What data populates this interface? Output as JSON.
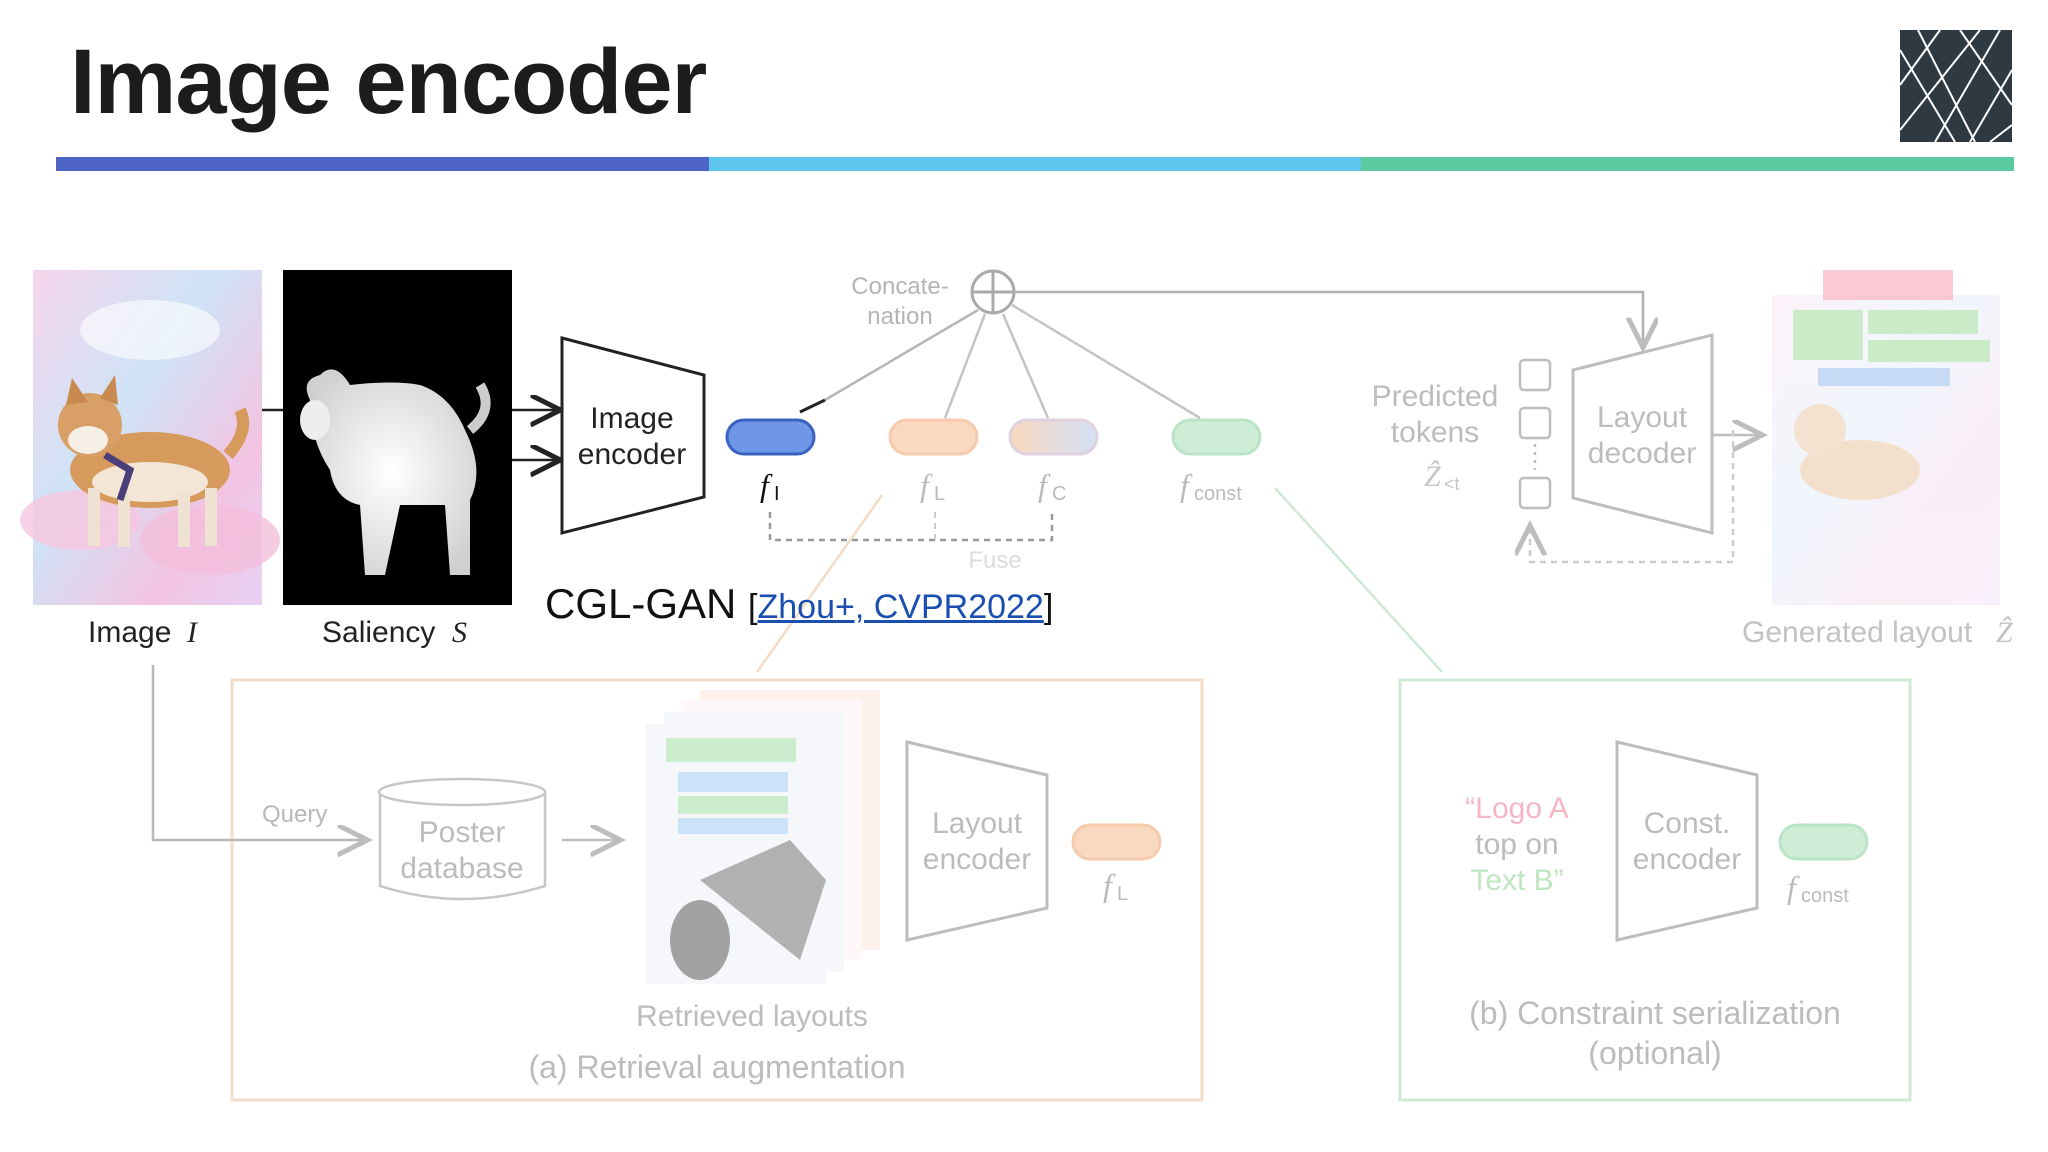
{
  "slide": {
    "title": "Image encoder",
    "rule_colors": [
      "#4e63c6",
      "#5ec6ec",
      "#5ccaa0"
    ]
  },
  "diagram": {
    "image_label": "Image",
    "image_symbol": "I",
    "saliency_label": "Saliency",
    "saliency_symbol": "S",
    "image_encoder": [
      "Image",
      "encoder"
    ],
    "concat": [
      "Concate-",
      "nation"
    ],
    "f_image": "f",
    "f_image_sub": "I",
    "f_layout": "f",
    "f_layout_sub": "L",
    "f_c": "f",
    "f_c_sub": "C",
    "f_const": "f",
    "f_const_sub": "const",
    "fuse": "Fuse",
    "predicted_tokens": [
      "Predicted",
      "tokens"
    ],
    "z_symbol": "Ẑ",
    "z_sub": "<t",
    "layout_decoder": [
      "Layout",
      "decoder"
    ],
    "generated_layout": "Generated layout",
    "generated_symbol": "Ẑ",
    "query": "Query",
    "poster_database": [
      "Poster",
      "database"
    ],
    "layout_encoder": [
      "Layout",
      "encoder"
    ],
    "retrieved_layouts": "Retrieved layouts",
    "retrieval_augmentation": "(a) Retrieval augmentation",
    "constraint_text": [
      "“Logo A",
      "top on",
      "Text B”"
    ],
    "const_encoder": [
      "Const.",
      "encoder"
    ],
    "constraint_serialization": [
      "(b) Constraint serialization",
      "(optional)"
    ]
  },
  "reference": {
    "model": "CGL-GAN",
    "open": "[",
    "link": "Zhou+, CVPR2022",
    "close": "]"
  },
  "colors": {
    "accent_blue": "#4e63c6",
    "pill_blue": "#6f97e8",
    "pill_orange": "#f7c9a6",
    "pill_green": "#b9e6c6",
    "link": "#1a4fb0",
    "faded_text": "#b4b4b4"
  }
}
